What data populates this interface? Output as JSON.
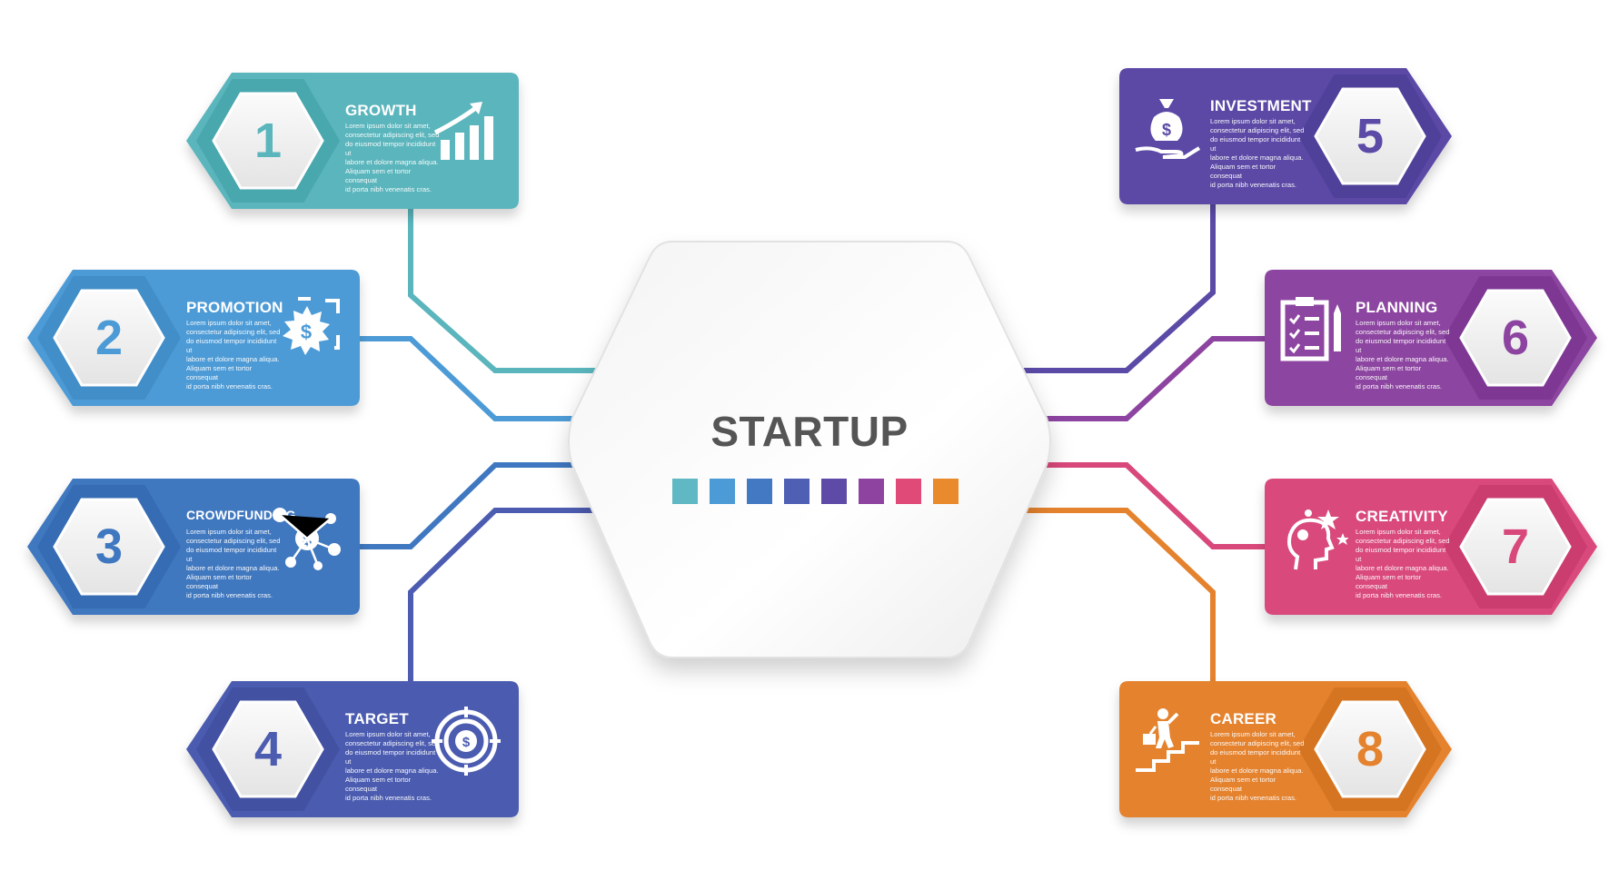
{
  "center": {
    "title": "STARTUP",
    "swatches": [
      "#5fb8c3",
      "#4d9bd6",
      "#4279c2",
      "#4f5fb3",
      "#5e4ba7",
      "#8e43a0",
      "#e04a78",
      "#e98a2c"
    ]
  },
  "steps": [
    {
      "number": "1",
      "title": "GROWTH",
      "icon": "growth-chart-icon",
      "color": "#5ab5bc",
      "dark": "#3e9aa2",
      "body": "Lorem ipsum dolor sit amet,\nconsectetur adipiscing elit, sed\ndo eiusmod tempor incididunt ut\nlabore et dolore magna aliqua.\nAliquam sem et tortor consequat\nid porta nibh venenatis cras."
    },
    {
      "number": "2",
      "title": "PROMOTION",
      "icon": "promotion-dollar-burst-icon",
      "color": "#4d9bd6",
      "dark": "#3a84c0",
      "body": "Lorem ipsum dolor sit amet,\nconsectetur adipiscing elit, sed\ndo eiusmod tempor incididunt ut\nlabore et dolore magna aliqua.\nAliquam sem et tortor consequat\nid porta nibh venenatis cras."
    },
    {
      "number": "3",
      "title": "CROWDFUNDING",
      "icon": "crowdfunding-network-icon",
      "color": "#3f78c0",
      "dark": "#2e63a8",
      "body": "Lorem ipsum dolor sit amet,\nconsectetur adipiscing elit, sed\ndo eiusmod tempor incididunt ut\nlabore et dolore magna aliqua.\nAliquam sem et tortor consequat\nid porta nibh venenatis cras."
    },
    {
      "number": "4",
      "title": "TARGET",
      "icon": "target-dollar-icon",
      "color": "#4c5cb0",
      "dark": "#3a4998",
      "body": "Lorem ipsum dolor sit amet,\nconsectetur adipiscing elit, sed\ndo eiusmod tempor incididunt ut\nlabore et dolore magna aliqua.\nAliquam sem et tortor consequat\nid porta nibh venenatis cras."
    },
    {
      "number": "5",
      "title": "INVESTMENT",
      "icon": "money-bag-hand-icon",
      "color": "#5b4aa6",
      "dark": "#463690",
      "body": "Lorem ipsum dolor sit amet,\nconsectetur adipiscing elit, sed\ndo eiusmod tempor incididunt ut\nlabore et dolore magna aliqua.\nAliquam sem et tortor consequat\nid porta nibh venenatis cras."
    },
    {
      "number": "6",
      "title": "PLANNING",
      "icon": "clipboard-checklist-icon",
      "color": "#8c44a0",
      "dark": "#73318a",
      "body": "Lorem ipsum dolor sit amet,\nconsectetur adipiscing elit, sed\ndo eiusmod tempor incididunt ut\nlabore et dolore magna aliqua.\nAliquam sem et tortor consequat\nid porta nibh venenatis cras."
    },
    {
      "number": "7",
      "title": "CREATIVITY",
      "icon": "creative-head-stars-icon",
      "color": "#d9487b",
      "dark": "#bd3464",
      "body": "Lorem ipsum dolor sit amet,\nconsectetur adipiscing elit, sed\ndo eiusmod tempor incididunt ut\nlabore et dolore magna aliqua.\nAliquam sem et tortor consequat\nid porta nibh venenatis cras."
    },
    {
      "number": "8",
      "title": "CAREER",
      "icon": "career-stairs-icon",
      "color": "#e4822e",
      "dark": "#c96c1c",
      "body": "Lorem ipsum dolor sit amet,\nconsectetur adipiscing elit, sed\ndo eiusmod tempor incididunt ut\nlabore et dolore magna aliqua.\nAliquam sem et tortor consequat\nid porta nibh venenatis cras."
    }
  ]
}
